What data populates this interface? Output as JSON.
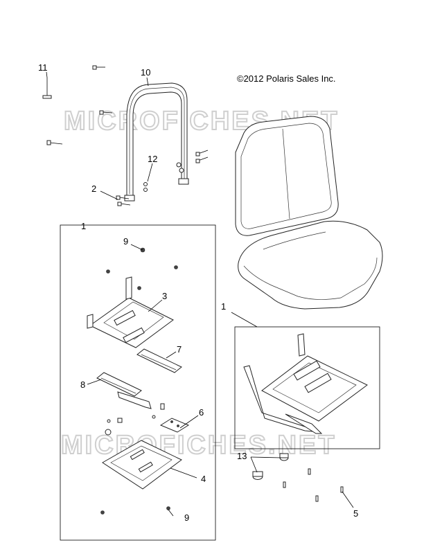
{
  "copyright": "©2012 Polaris Sales Inc.",
  "watermark": "MICROFICHES.NET",
  "callouts": {
    "c1a": "1",
    "c1b": "1",
    "c2": "2",
    "c3": "3",
    "c4": "4",
    "c5": "5",
    "c6": "6",
    "c7": "7",
    "c8": "8",
    "c9a": "9",
    "c9b": "9",
    "c10": "10",
    "c11": "11",
    "c12": "12",
    "c13": "13"
  }
}
